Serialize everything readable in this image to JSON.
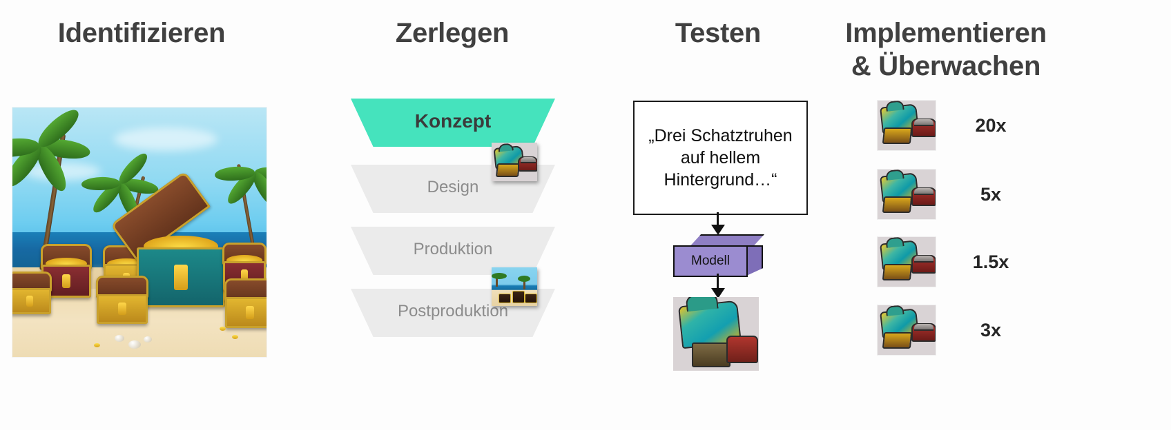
{
  "columns": {
    "identify": {
      "title": "Identifizieren"
    },
    "decompose": {
      "title": "Zerlegen"
    },
    "test": {
      "title": "Testen"
    },
    "implement": {
      "title": "Implementieren\n& Überwachen"
    }
  },
  "hero": {
    "alt": "treasure-chests-on-beach-illustration"
  },
  "funnel": {
    "stages": [
      {
        "label": "Konzept",
        "active": true,
        "color": "#45e3bd"
      },
      {
        "label": "Design",
        "active": false,
        "color": "#ebebeb"
      },
      {
        "label": "Produktion",
        "active": false,
        "color": "#ebebeb"
      },
      {
        "label": "Postproduktion",
        "active": false,
        "color": "#ebebeb"
      }
    ],
    "thumbnails": [
      {
        "name": "chests-thumbnail",
        "attached_to": "Konzept"
      },
      {
        "name": "beach-thumbnail",
        "attached_to": "Produktion"
      }
    ]
  },
  "test": {
    "prompt": "„Drei Schatztruhen\nauf hellem\nHintergrund…“",
    "model_label": "Modell",
    "model_color": "#9b8cd0",
    "output_alt": "generated-chests-image"
  },
  "implement": {
    "variants": [
      {
        "multiplier": "20x",
        "alt": "chests-variant-1"
      },
      {
        "multiplier": "5x",
        "alt": "chests-variant-2"
      },
      {
        "multiplier": "1.5x",
        "alt": "chests-variant-3"
      },
      {
        "multiplier": "3x",
        "alt": "chests-variant-4"
      }
    ]
  },
  "colors": {
    "accent": "#45e3bd",
    "title": "#404040",
    "muted": "#8c8c8c",
    "ink": "#111111"
  }
}
